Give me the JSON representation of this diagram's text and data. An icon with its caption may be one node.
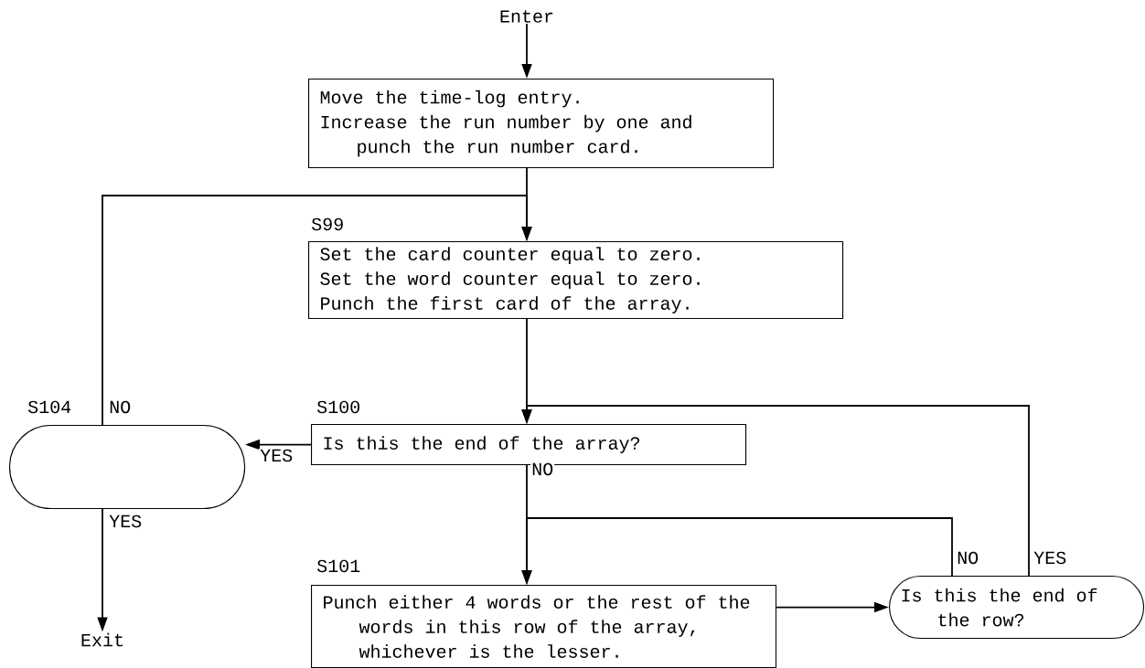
{
  "diagram": {
    "nodes": [
      {
        "text": [
          "Enter"
        ]
      },
      {
        "text": [
          "Move the time-log entry.",
          "Increase the run number by one and punch the run number card."
        ]
      },
      {
        "text": [
          "S99",
          "Set the card counter equal to zero.",
          "Set the word counter equal to zero.",
          "Punch the first card of the array."
        ]
      },
      {
        "text": [
          "S100",
          "Is this the end of the array?"
        ]
      },
      {
        "text": [
          "S104"
        ]
      },
      {
        "text": [
          "S101",
          "Punch either 4 words or the rest of the words in this row of the array, whichever is the lesser."
        ]
      },
      {
        "text": [
          "Is this the end of the row?"
        ]
      },
      {
        "text": [
          "Exit"
        ]
      }
    ],
    "edges": [
      {
        "from": 0,
        "to": 1,
        "arrow": "to"
      },
      {
        "from": 1,
        "to": 2,
        "arrow": "to"
      },
      {
        "from": 4,
        "to": 2,
        "arrow": "to",
        "label": "NO"
      },
      {
        "from": 2,
        "to": 3,
        "arrow": "to"
      },
      {
        "from": 3,
        "to": 4,
        "arrow": "to",
        "label": "YES"
      },
      {
        "from": 3,
        "to": 5,
        "arrow": "to",
        "label": "NO"
      },
      {
        "from": 5,
        "to": 6,
        "arrow": "to"
      },
      {
        "from": 6,
        "to": 5,
        "arrow": "to",
        "label": "NO"
      },
      {
        "from": 6,
        "to": 3,
        "arrow": "to",
        "label": "YES"
      },
      {
        "from": 4,
        "to": 7,
        "arrow": "to",
        "label": "YES"
      }
    ]
  }
}
